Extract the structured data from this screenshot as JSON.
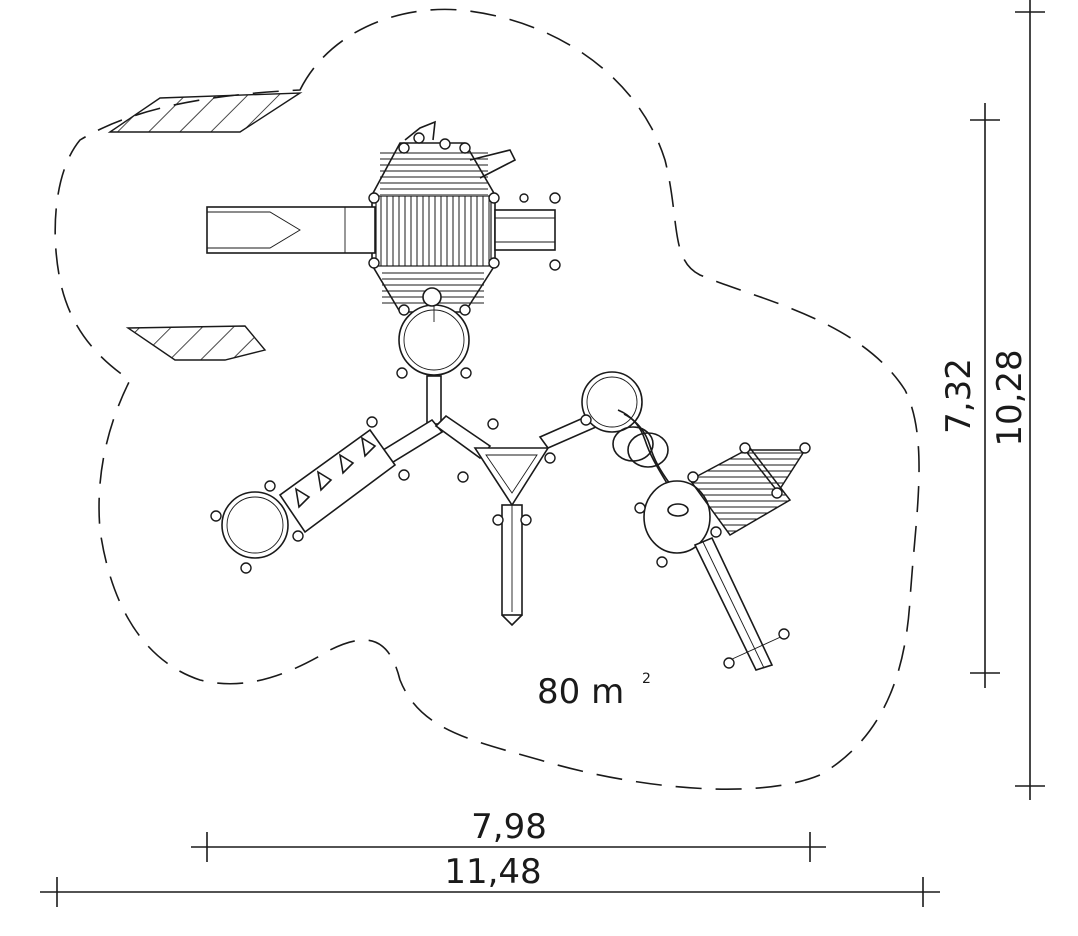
{
  "dimensions": {
    "width_inner": "7,98",
    "width_outer": "11,48",
    "depth_inner": "7,32",
    "depth_outer": "10,28"
  },
  "area": {
    "value": "80 m",
    "superscript": "2"
  }
}
